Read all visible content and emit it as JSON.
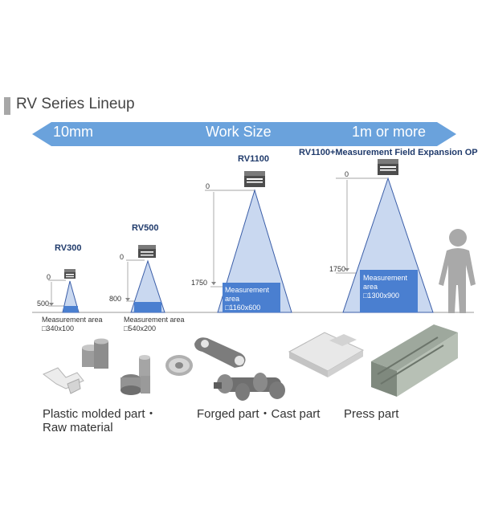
{
  "page": {
    "title": "RV Series Lineup"
  },
  "size_arrow": {
    "left_label": "10mm",
    "center_label": "Work Size",
    "right_label": "1m or more"
  },
  "models": [
    {
      "name": "RV300",
      "top_tick": "0",
      "height_tick": "500",
      "meas_label": "Measurement area",
      "meas_size": "□340x100"
    },
    {
      "name": "RV500",
      "top_tick": "0",
      "height_tick": "800",
      "meas_label": "Measurement area",
      "meas_size": "□540x200"
    },
    {
      "name": "RV1100",
      "top_tick": "0",
      "height_tick": "1750",
      "meas_label_line1": "Measurement",
      "meas_label_line2": "area",
      "meas_size": "□1160x600"
    },
    {
      "name": "RV1100+Measurement Field Expansion OP",
      "top_tick": "0",
      "height_tick": "1750",
      "meas_label_line1": "Measurement",
      "meas_label_line2": "area",
      "meas_size": "□1300x900"
    }
  ],
  "categories": {
    "plastic_line1": "Plastic molded part・",
    "plastic_line2": "Raw material",
    "forged": "Forged part・Cast part",
    "press": "Press part"
  },
  "colors": {
    "arrow": "#6aa2dc",
    "cone_fill": "#c9d8f0",
    "cone_edge": "#3b5ea8",
    "measurement_box": "#4a7fd0",
    "human": "#a9a9a9"
  }
}
